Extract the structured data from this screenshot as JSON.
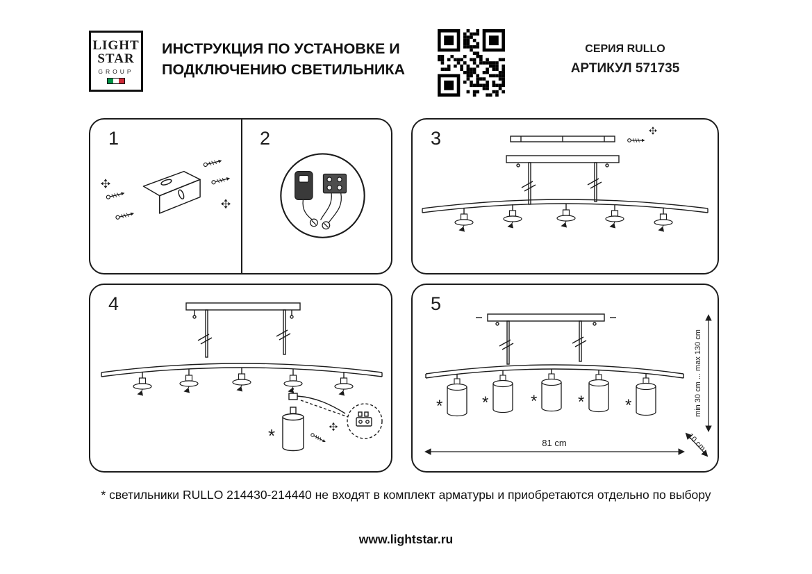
{
  "colors": {
    "ink": "#1c1c1c",
    "flag_green": "#009246",
    "flag_white": "#ffffff",
    "flag_red": "#ce2b37"
  },
  "header": {
    "logo": {
      "line1": "LIGHT",
      "line2": "STAR",
      "line3": "GROUP"
    },
    "title": {
      "line1": "ИНСТРУКЦИЯ ПО УСТАНОВКЕ И",
      "line2": "ПОДКЛЮЧЕНИЮ СВЕТИЛЬНИКА"
    },
    "series": "СЕРИЯ RULLO",
    "article": "АРТИКУЛ 571735"
  },
  "steps": [
    "1",
    "2",
    "3",
    "4",
    "5"
  ],
  "dimensions": {
    "width": "81 cm",
    "height_range": "min 30 cm ... max 130 cm",
    "offset": "10 cm"
  },
  "footnote_marker": "*",
  "footnote": "* светильники RULLO 214430-214440 не входят в комплект арматуры и приобретаются отдельно по выбору",
  "website": "www.lightstar.ru"
}
